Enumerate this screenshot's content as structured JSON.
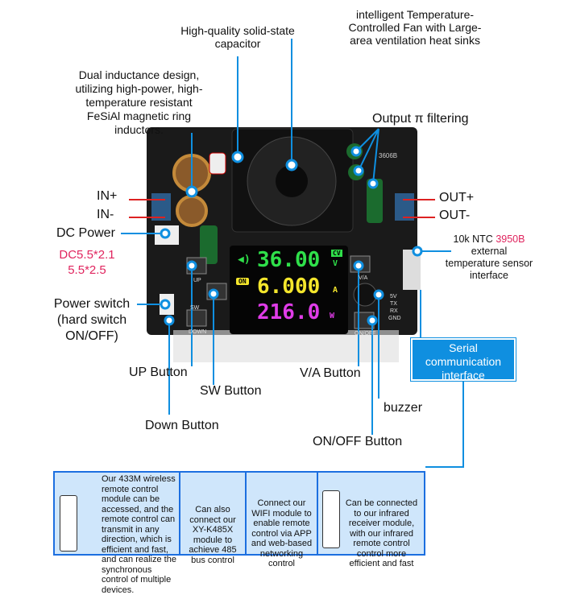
{
  "labels": {
    "capacitor": "High-quality solid-state capacitor",
    "fan": "intelligent Temperature-Controlled Fan with Large-area ventilation heat sinks",
    "inductance": "Dual inductance design, utilizing high-power, high-temperature resistant FeSiAl magnetic ring inductors.",
    "output_filter": "Output π filtering",
    "in_plus": "IN+",
    "in_minus": "IN-",
    "out_plus": "OUT+",
    "out_minus": "OUT-",
    "dc_power": "DC Power",
    "dc_spec1": "DC5.5*2.1",
    "dc_spec2": "5.5*2.5",
    "ntc_prefix": "10k NTC ",
    "ntc_model": "3950B",
    "ntc_rest": "external temperature sensor interface",
    "power_switch": "Power switch (hard switch ON/OFF)",
    "serial": "Serial communication interface",
    "up_button": "UP Button",
    "sw_button": "SW Button",
    "down_button": "Down Button",
    "va_button": "V/A Button",
    "buzzer": "buzzer",
    "onoff_button": "ON/OFF Button"
  },
  "board": {
    "model": "3606B",
    "silk_up": "UP",
    "silk_sw": "SW",
    "silk_down": "DOWN",
    "silk_va": "V/A",
    "silk_onoff": "ON/OFF",
    "pins": [
      "5V",
      "TX",
      "RX",
      "GND"
    ]
  },
  "display": {
    "voltage": "36.00",
    "voltage_unit": "V",
    "mode": "CV",
    "current": "6.000",
    "current_unit": "A",
    "power": "216.0",
    "power_unit": "W",
    "status": "ON",
    "colors": {
      "voltage": "#2fe04a",
      "current": "#f4e62c",
      "power": "#e03ce8"
    }
  },
  "panels": [
    {
      "text": "Our 433M wireless remote control module can be accessed, and the remote control can transmit in any direction, which is efficient and fast, and can realize the synchronous control of multiple devices."
    },
    {
      "text": "Can also connect our XY-K485X module to achieve 485 bus control"
    },
    {
      "text": "Connect our WIFI module to enable remote control via APP and web-based networking control"
    },
    {
      "text": "Can be connected to our infrared receiver module, with our infrared remote control control more efficient and fast"
    }
  ],
  "accent": "#0f8fe0"
}
